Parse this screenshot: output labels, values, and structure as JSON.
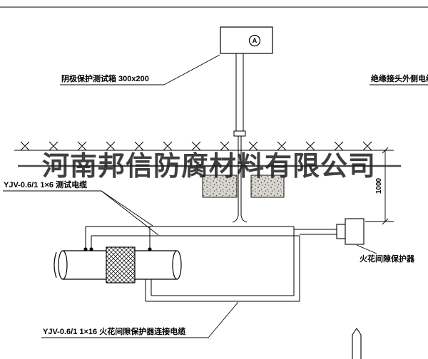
{
  "watermark": {
    "text": "河南邦信防腐材料有限公司"
  },
  "meter": {
    "symbol": "A"
  },
  "labels": {
    "test_box": "阴极保护测试箱 300x200",
    "insulation_joint_cable": "绝缘接头外侧电缆",
    "test_cable": "YJV-0.6/1  1×6  测试电缆",
    "spark_gap_protector": "火花间隙保护器",
    "connection_cable": "YJV-0.6/1  1×16  火花间隙保护器连接电缆"
  },
  "dimension": {
    "depth": "1000"
  },
  "colors": {
    "line": "#000000",
    "background": "#ffffff",
    "watermark": "#1e1e1e"
  }
}
